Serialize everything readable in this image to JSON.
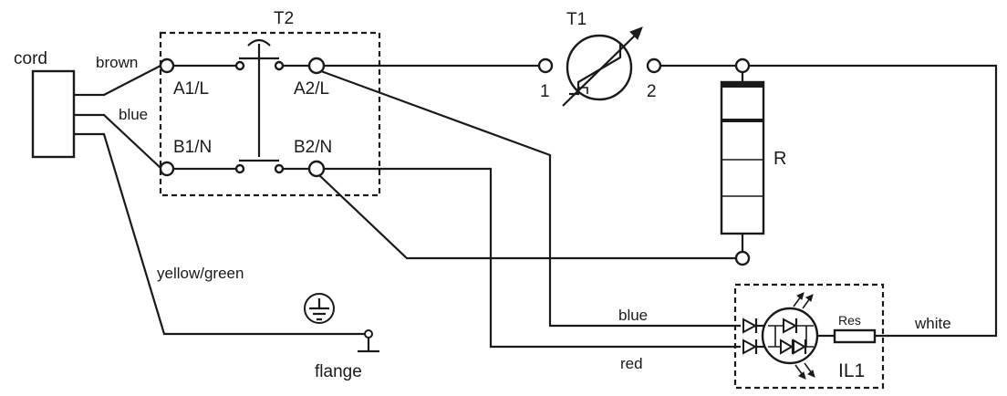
{
  "title": "",
  "colors": {
    "ink": "#1a1a1a",
    "background": "#ffffff"
  },
  "labels": {
    "cord": "cord",
    "brown": "brown",
    "blue_cord": "blue",
    "yellow_green": "yellow/green",
    "flange": "flange",
    "t2": "T2",
    "a1": "A1/L",
    "a2": "A2/L",
    "b1": "B1/N",
    "b2": "B2/N",
    "t1": "T1",
    "t1_pin1": "1",
    "t1_pin2": "2",
    "r": "R",
    "res": "Res",
    "il1": "IL1",
    "blue_wire": "blue",
    "red_wire": "red",
    "white_wire": "white"
  },
  "icons": [
    "earth-ground-icon",
    "thermostat-icon",
    "led-emission-arrows-icon"
  ]
}
